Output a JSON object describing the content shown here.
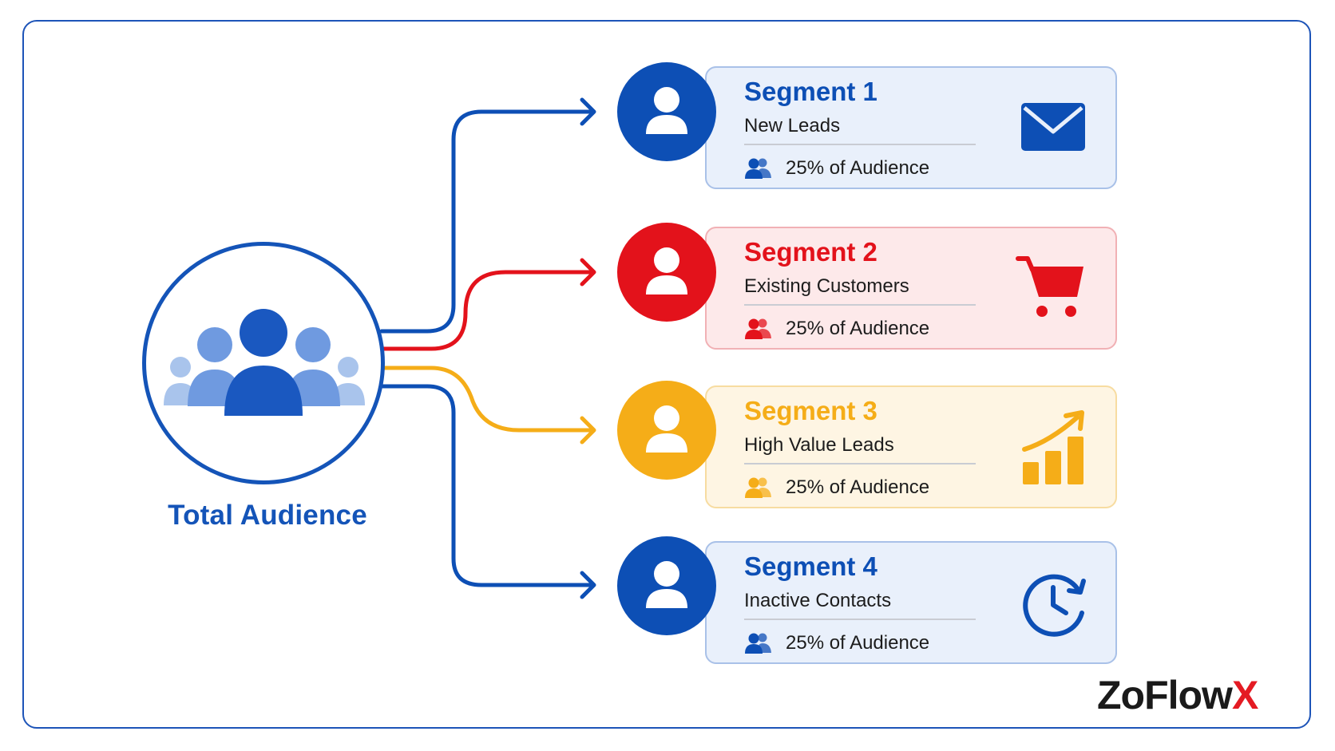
{
  "hub": {
    "title": "Total Audience",
    "icon": "group-users-icon"
  },
  "segments": [
    {
      "title": "Segment 1",
      "subtitle": "New Leads",
      "share": "25% of Audience",
      "icon": "envelope-icon",
      "color": "#0d4fb5",
      "card_bg": "#e9f0fb",
      "card_border": "#a9c1e8"
    },
    {
      "title": "Segment 2",
      "subtitle": "Existing Customers",
      "share": "25% of Audience",
      "icon": "shopping-cart-icon",
      "color": "#e3121b",
      "card_bg": "#fde9ea",
      "card_border": "#f1b1b5"
    },
    {
      "title": "Segment 3",
      "subtitle": "High Value Leads",
      "share": "25% of Audience",
      "icon": "growth-chart-icon",
      "color": "#f5ad18",
      "card_bg": "#fef5e3",
      "card_border": "#f7dca1"
    },
    {
      "title": "Segment 4",
      "subtitle": "Inactive Contacts",
      "share": "25% of Audience",
      "icon": "clock-refresh-icon",
      "color": "#0d4fb5",
      "card_bg": "#e9f0fb",
      "card_border": "#a9c1e8"
    }
  ],
  "brand": {
    "name": "ZoFlow",
    "accent": "X",
    "accent_color": "#e41b23"
  }
}
